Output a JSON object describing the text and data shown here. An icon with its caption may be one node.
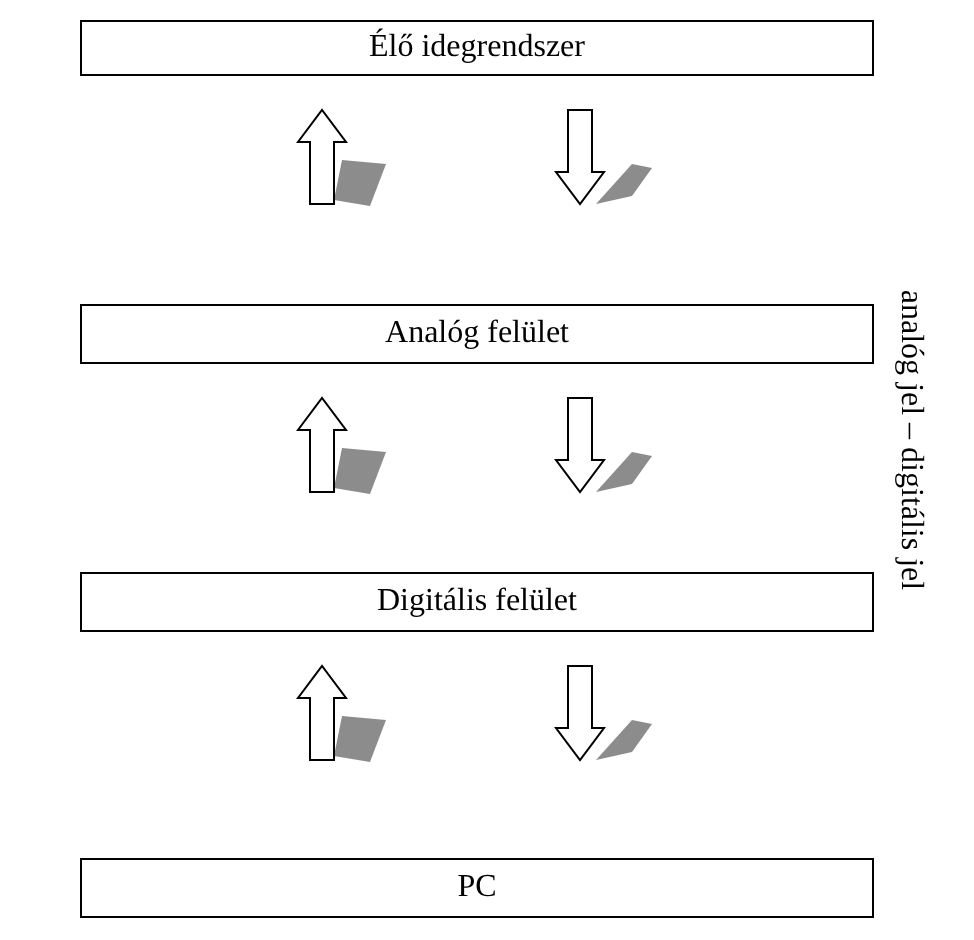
{
  "diagram": {
    "nodes": [
      {
        "text": [
          "Élő idegrendszer"
        ]
      },
      {
        "text": [
          "Analóg felület"
        ]
      },
      {
        "text": [
          "Digitális felület"
        ]
      },
      {
        "text": [
          "PC"
        ]
      }
    ],
    "edges": [
      {
        "from": 1,
        "to": 0,
        "arrow": "to"
      },
      {
        "from": 0,
        "to": 1,
        "arrow": "to"
      },
      {
        "from": 2,
        "to": 1,
        "arrow": "to"
      },
      {
        "from": 1,
        "to": 2,
        "arrow": "to"
      },
      {
        "from": 3,
        "to": 2,
        "arrow": "to"
      },
      {
        "from": 2,
        "to": 3,
        "arrow": "to"
      }
    ],
    "labels": [
      "analóg jel – digitális jel"
    ]
  }
}
